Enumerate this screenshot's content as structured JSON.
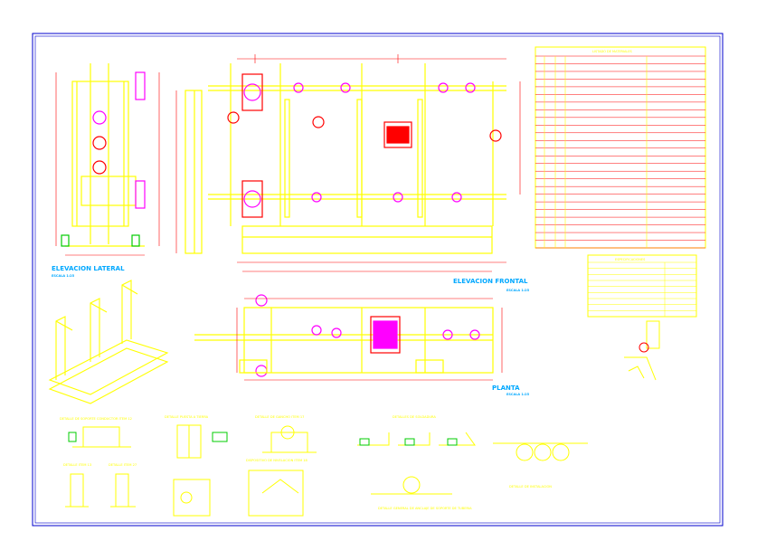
{
  "sheet": {
    "background": "#ffffff",
    "border_color": "#0000cc",
    "line_colors": {
      "main": "#ffff00",
      "dims": "#ff0000",
      "hatch": "#00cc00",
      "text": "#00a8ff",
      "accent": "#ff00ff"
    }
  },
  "views": {
    "lateral": {
      "title": "ELEVACION LATERAL",
      "scale": "ESCALA 1:25"
    },
    "frontal": {
      "title": "ELEVACION FRONTAL",
      "scale": "ESCALA 1:25"
    },
    "planta": {
      "title": "PLANTA",
      "scale": "ESCALA 1:25"
    }
  },
  "details": {
    "soporte": "DETALLE DE SOPORTE CONDUCTOR ITEM 12",
    "puesta_tierra": "DETALLE PUESTA A TIERRA",
    "gancho": "DETALLE DE GANCHO ITEM 17",
    "item13": "DETALLE ITEM 13",
    "item27": "DETALLE ITEM 27",
    "nivelacion": "DISPOSITIVO DE NIVELACION ITEM 18",
    "soldadura": "DETALLES DE SOLDADURA",
    "anclaje": "DETALLE GENERAL DE ANCLAJE DE SOPORTE DE TUBERIA",
    "instalacion": "DETALLE DE INSTALACION"
  },
  "tables": {
    "materials_title": "LISTADO DE MATERIALES",
    "materials_rows": 25,
    "specs_title": "ESPECIFICACIONES",
    "specs_rows": 9
  }
}
